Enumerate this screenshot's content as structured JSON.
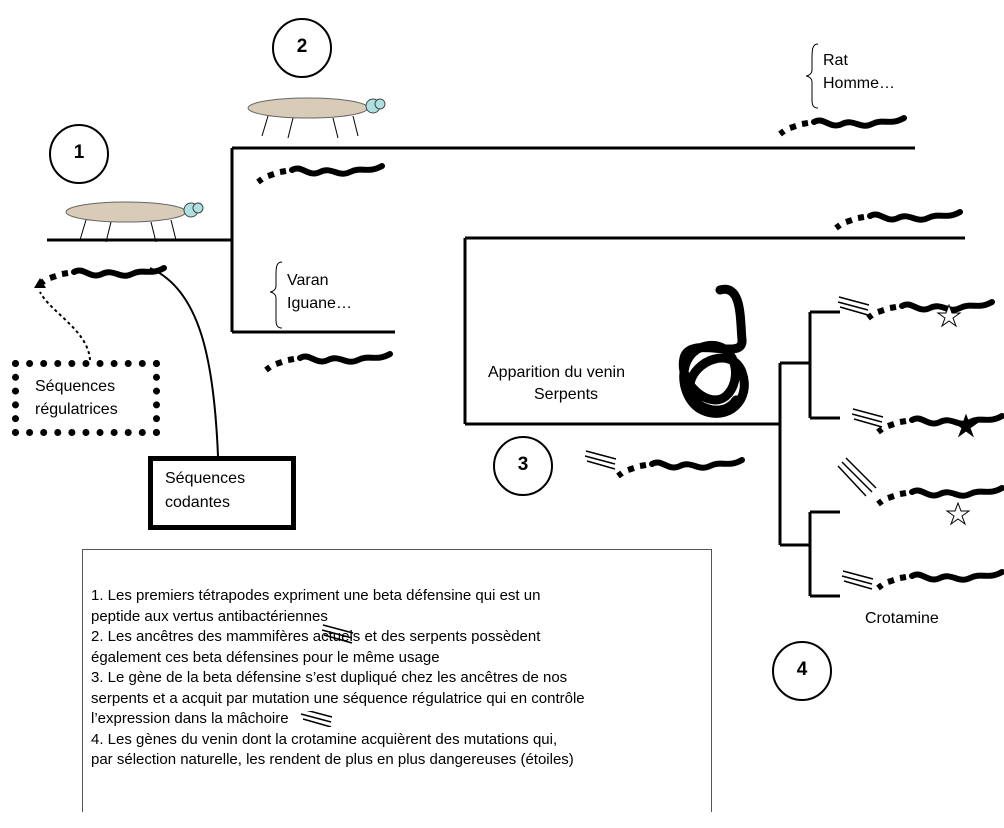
{
  "markers": [
    "1",
    "2",
    "3",
    "4"
  ],
  "labels": {
    "rat": "Rat",
    "homme": "Homme…",
    "varan": "Varan",
    "iguane": "Iguane…",
    "venin_line1": "Apparition du venin",
    "venin_line2": "Serpents",
    "crotamine": "Crotamine"
  },
  "boxes": {
    "regulatrices_line1": "Séquences",
    "regulatrices_line2": "régulatrices",
    "codantes_line1": "Séquences",
    "codantes_line2": "codantes"
  },
  "legend": {
    "lines": [
      "1. Les premiers tétrapodes expriment une beta défensine qui est un",
      "peptide aux vertus antibactériennes",
      "2. Les ancêtres des mammifères actuels et des serpents possèdent",
      "également ces beta défensines pour le même usage",
      "3. Le gène de la beta défensine s’est dupliqué chez les ancêtres de nos",
      "serpents et a acquit par mutation une séquence régulatrice qui en contrôle",
      " l’expression dans la mâchoire",
      "4. Les gènes du venin dont la crotamine acquièrent des mutations qui,",
      "par sélection naturelle, les rendent de plus en plus dangereuses (étoiles)"
    ]
  },
  "icons": [
    "animal-icon",
    "gene-icon",
    "star-icon",
    "regulatory-sequence-icon",
    "venom-gland-icon"
  ],
  "colors": {
    "animal_body": "#d8ccb8",
    "animal_head": "#aee0e0",
    "star_outline": "#ffffff",
    "star_filled": "#000000"
  }
}
